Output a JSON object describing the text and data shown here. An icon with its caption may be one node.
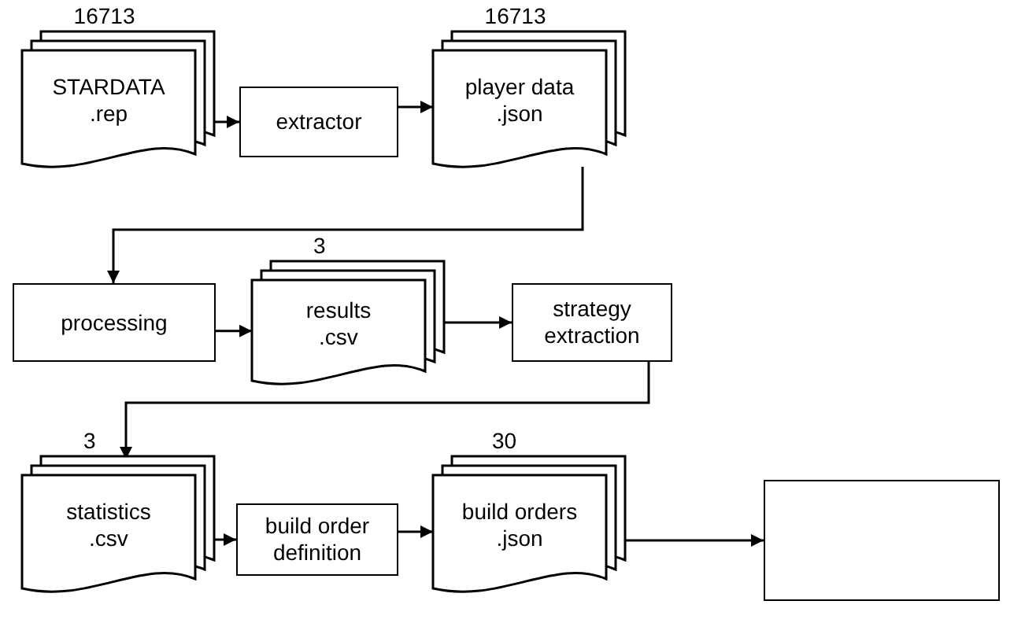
{
  "diagram": {
    "nodes": [
      {
        "text": [
          "STARDATA .rep"
        ],
        "beside": [
          "16713"
        ]
      },
      {
        "text": [
          "extractor"
        ]
      },
      {
        "text": [
          "player data .json"
        ],
        "beside": [
          "16713"
        ]
      },
      {
        "text": [
          "processing"
        ]
      },
      {
        "text": [
          "results .csv"
        ],
        "beside": [
          "3"
        ]
      },
      {
        "text": [
          "strategy extraction"
        ]
      },
      {
        "text": [
          "statistics .csv"
        ],
        "beside": [
          "3"
        ]
      },
      {
        "text": [
          "build order definition"
        ]
      },
      {
        "text": [
          "build orders .json"
        ],
        "beside": [
          "30"
        ]
      },
      {
        "text": [],
        "shape": "box"
      }
    ],
    "edges": [
      {
        "from": 0,
        "to": 1,
        "arrow": "to"
      },
      {
        "from": 1,
        "to": 2,
        "arrow": "to"
      },
      {
        "from": 2,
        "to": 3,
        "arrow": "to"
      },
      {
        "from": 3,
        "to": 4,
        "arrow": "to"
      },
      {
        "from": 4,
        "to": 5,
        "arrow": "to"
      },
      {
        "from": 5,
        "to": 6,
        "arrow": "to"
      },
      {
        "from": 6,
        "to": 7,
        "arrow": "to"
      },
      {
        "from": 7,
        "to": 8,
        "arrow": "to"
      },
      {
        "from": 8,
        "to": 9,
        "arrow": "to"
      }
    ]
  }
}
